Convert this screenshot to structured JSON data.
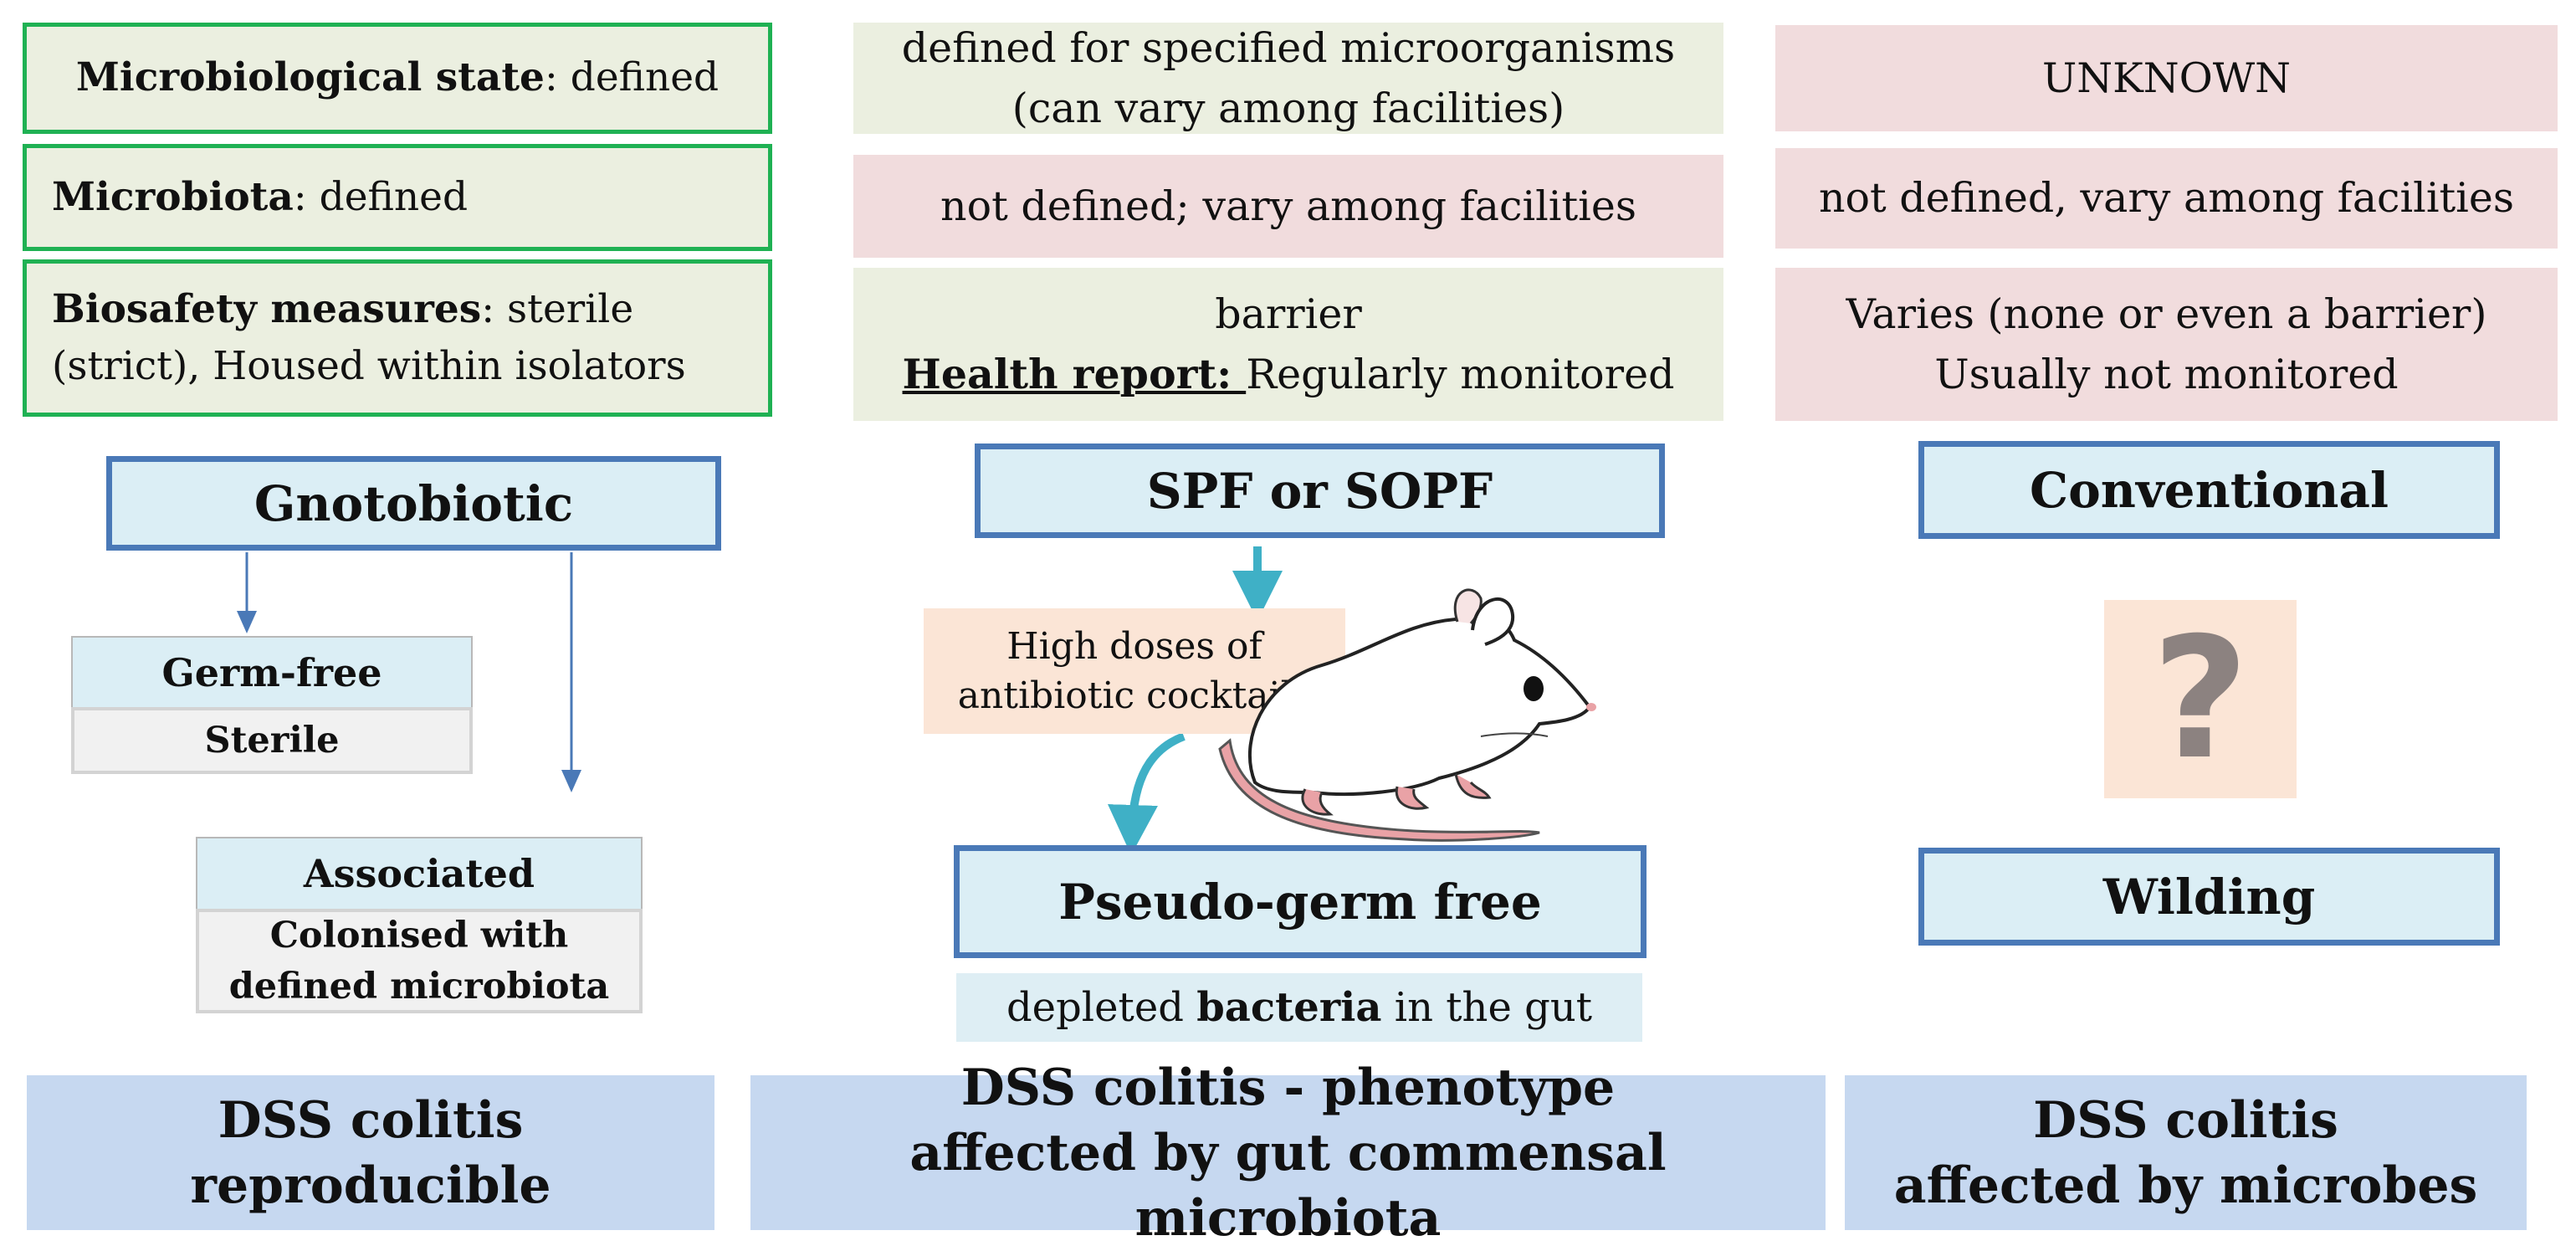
{
  "gnotobiotic": {
    "micro_state_label": "Microbiological state",
    "micro_state_value": ": defined",
    "microbiota_label": "Microbiota",
    "microbiota_value": ": defined",
    "biosafety_label": "Biosafety measures",
    "biosafety_value_1": ":  sterile",
    "biosafety_value_2": "(strict), Housed within isolators",
    "title": "Gnotobiotic",
    "germfree_title": "Germ-free",
    "germfree_sub": "Sterile",
    "associated_title": "Associated",
    "associated_sub_1": "Colonised with",
    "associated_sub_2": "defined microbiota",
    "footer_1": "DSS colitis",
    "footer_2": "reproducible"
  },
  "spf": {
    "micro_state_1": "defined for specified microorganisms",
    "micro_state_2": "(can vary among facilities)",
    "microbiota": "not defined; vary among facilities",
    "biosafety_1": "barrier",
    "health_label": "Health report: ",
    "health_value": "Regularly monitored",
    "title": "SPF or SOPF",
    "antibiotic_1": "High doses of",
    "antibiotic_2": "antibiotic cocktails",
    "pseudo_title": "Pseudo-germ free",
    "depleted_pre": "depleted ",
    "depleted_bold": "bacteria",
    "depleted_post": " in the gut",
    "footer_1": "DSS colitis - phenotype",
    "footer_2": "affected by gut commensal microbiota"
  },
  "conventional": {
    "micro_state": "UNKNOWN",
    "microbiota": "not defined, vary among facilities",
    "biosafety_1": "Varies (none or even a barrier)",
    "biosafety_2": "Usually not monitored",
    "title": "Conventional",
    "question": "?",
    "wilding_title": "Wilding",
    "footer_1": "DSS colitis",
    "footer_2": "affected by microbes"
  },
  "colors": {
    "green_border": "#1fb153",
    "green_fill": "#ebefe0",
    "pink_fill": "#f1dcdd",
    "blue_border": "#4a79b7",
    "blue_fill": "#dbeef5",
    "footer_fill": "#c6d8f0",
    "arrow_teal": "#3fb0c6",
    "arrow_blue": "#4a79b7"
  }
}
